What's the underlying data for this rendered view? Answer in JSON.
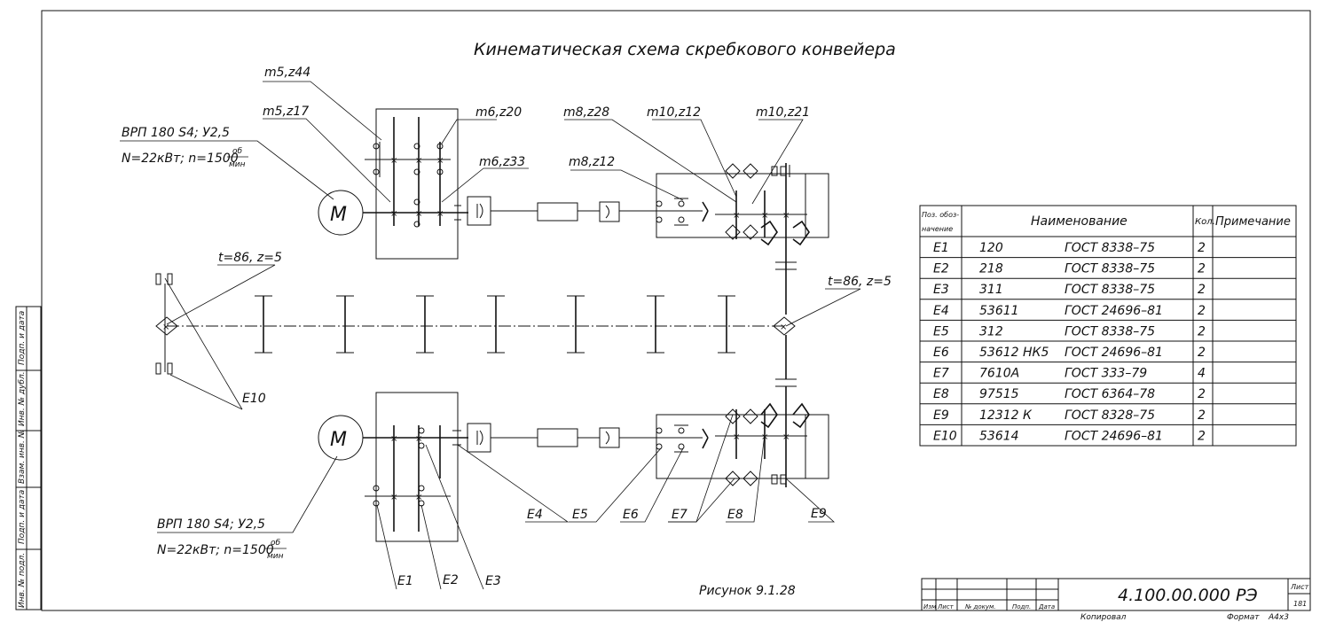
{
  "title": "Кинематическая схема скребкового конвейера",
  "caption": "Рисунок 9.1.28",
  "motor_symbol": "M",
  "motor_top": {
    "line1": "ВРП 180 S4;  У2,5",
    "line2": "N=22кВт; n=1500",
    "unit_num": "об",
    "unit_den": "мин"
  },
  "motor_bottom": {
    "line1": "ВРП 180 S4;  У2,5",
    "line2": "N=22кВт; n=1500",
    "unit_num": "об",
    "unit_den": "мин"
  },
  "gear_labels": {
    "m5z44": "m5,z44",
    "m5z17": "m5,z17",
    "m6z20": "m6,z20",
    "m6z33": "m6,z33",
    "m8z28": "m8,z28",
    "m8z12": "m8,z12",
    "m10z12": "m10,z12",
    "m10z21": "m10,z21",
    "chain_left": "t=86, z=5",
    "chain_right": "t=86, z=5"
  },
  "elements": {
    "E1": "E1",
    "E2": "E2",
    "E3": "E3",
    "E4": "E4",
    "E5": "E5",
    "E6": "E6",
    "E7": "E7",
    "E8": "E8",
    "E9": "E9",
    "E10": "E10"
  },
  "spec_table": {
    "headers": {
      "pos_line1": "Поз. обоз-",
      "pos_line2": "начение",
      "name": "Наименование",
      "qty": "Кол.",
      "note": "Примечание"
    },
    "rows": [
      {
        "pos": "E1",
        "item": "120",
        "gost": "ГОСТ 8338–75",
        "qty": "2"
      },
      {
        "pos": "E2",
        "item": "218",
        "gost": "ГОСТ 8338–75",
        "qty": "2"
      },
      {
        "pos": "E3",
        "item": "311",
        "gost": "ГОСТ 8338–75",
        "qty": "2"
      },
      {
        "pos": "E4",
        "item": "53611",
        "gost": "ГОСТ 24696–81",
        "qty": "2"
      },
      {
        "pos": "E5",
        "item": "312",
        "gost": "ГОСТ 8338–75",
        "qty": "2"
      },
      {
        "pos": "E6",
        "item": "53612 НК5",
        "gost": "ГОСТ 24696–81",
        "qty": "2"
      },
      {
        "pos": "E7",
        "item": "7610А",
        "gost": "ГОСТ 333–79",
        "qty": "4"
      },
      {
        "pos": "E8",
        "item": "97515",
        "gost": "ГОСТ 6364–78",
        "qty": "2"
      },
      {
        "pos": "E9",
        "item": "12312 К",
        "gost": "ГОСТ 8328–75",
        "qty": "2"
      },
      {
        "pos": "E10",
        "item": "53614",
        "gost": "ГОСТ 24696–81",
        "qty": "2"
      }
    ]
  },
  "side_stamp": [
    "Подп. и дата",
    "Инв. № дубл.",
    "Взам. инв. №",
    "Подп. и дата",
    "Инв. № подл."
  ],
  "title_block": {
    "designation": "4.100.00.000 РЭ",
    "cols": [
      "Изм",
      "Лист",
      "№ докум.",
      "Подп.",
      "Дата"
    ],
    "sheet_label": "Лист",
    "sheet_number": "181",
    "copied": "Копировал",
    "format_label": "Формат",
    "format_value": "А4х3"
  }
}
